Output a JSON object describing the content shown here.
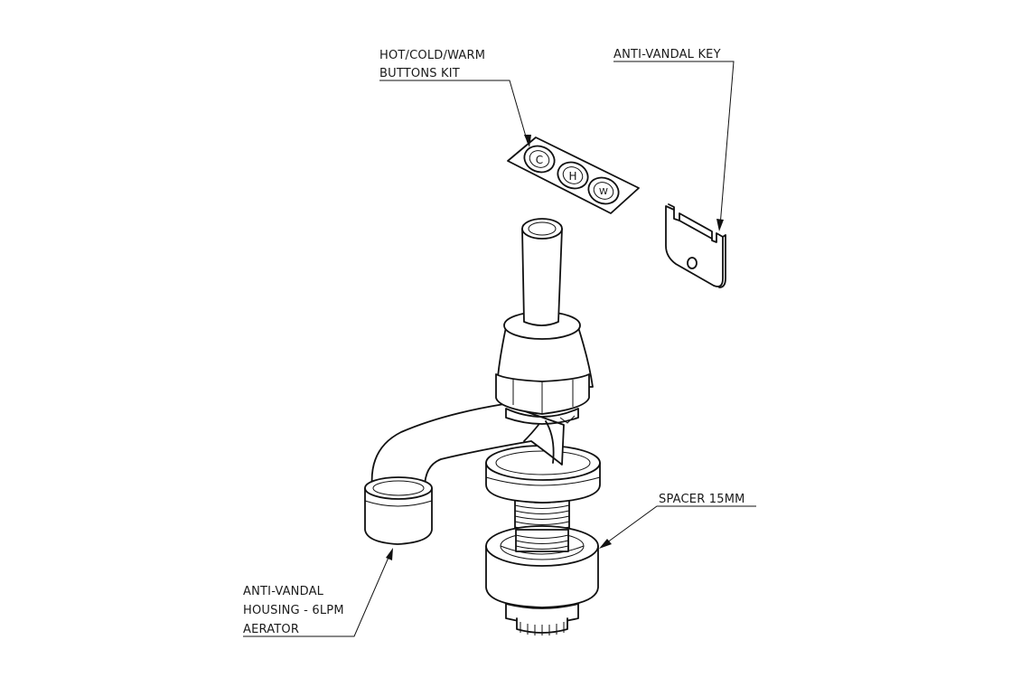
{
  "callouts": {
    "buttons_kit": {
      "line1": "HOT/COLD/WARM",
      "line2": "BUTTONS KIT"
    },
    "anti_vandal_key": {
      "line1": "ANTI-VANDAL KEY"
    },
    "spacer": {
      "line1": "SPACER 15MM"
    },
    "aerator_housing": {
      "line1": "ANTI-VANDAL",
      "line2": "HOUSING - 6LPM",
      "line3": "AERATOR"
    }
  },
  "buttons": {
    "cold": "C",
    "hot": "H",
    "warm": "W"
  },
  "colors": {
    "line": "#111111",
    "background": "#ffffff"
  }
}
